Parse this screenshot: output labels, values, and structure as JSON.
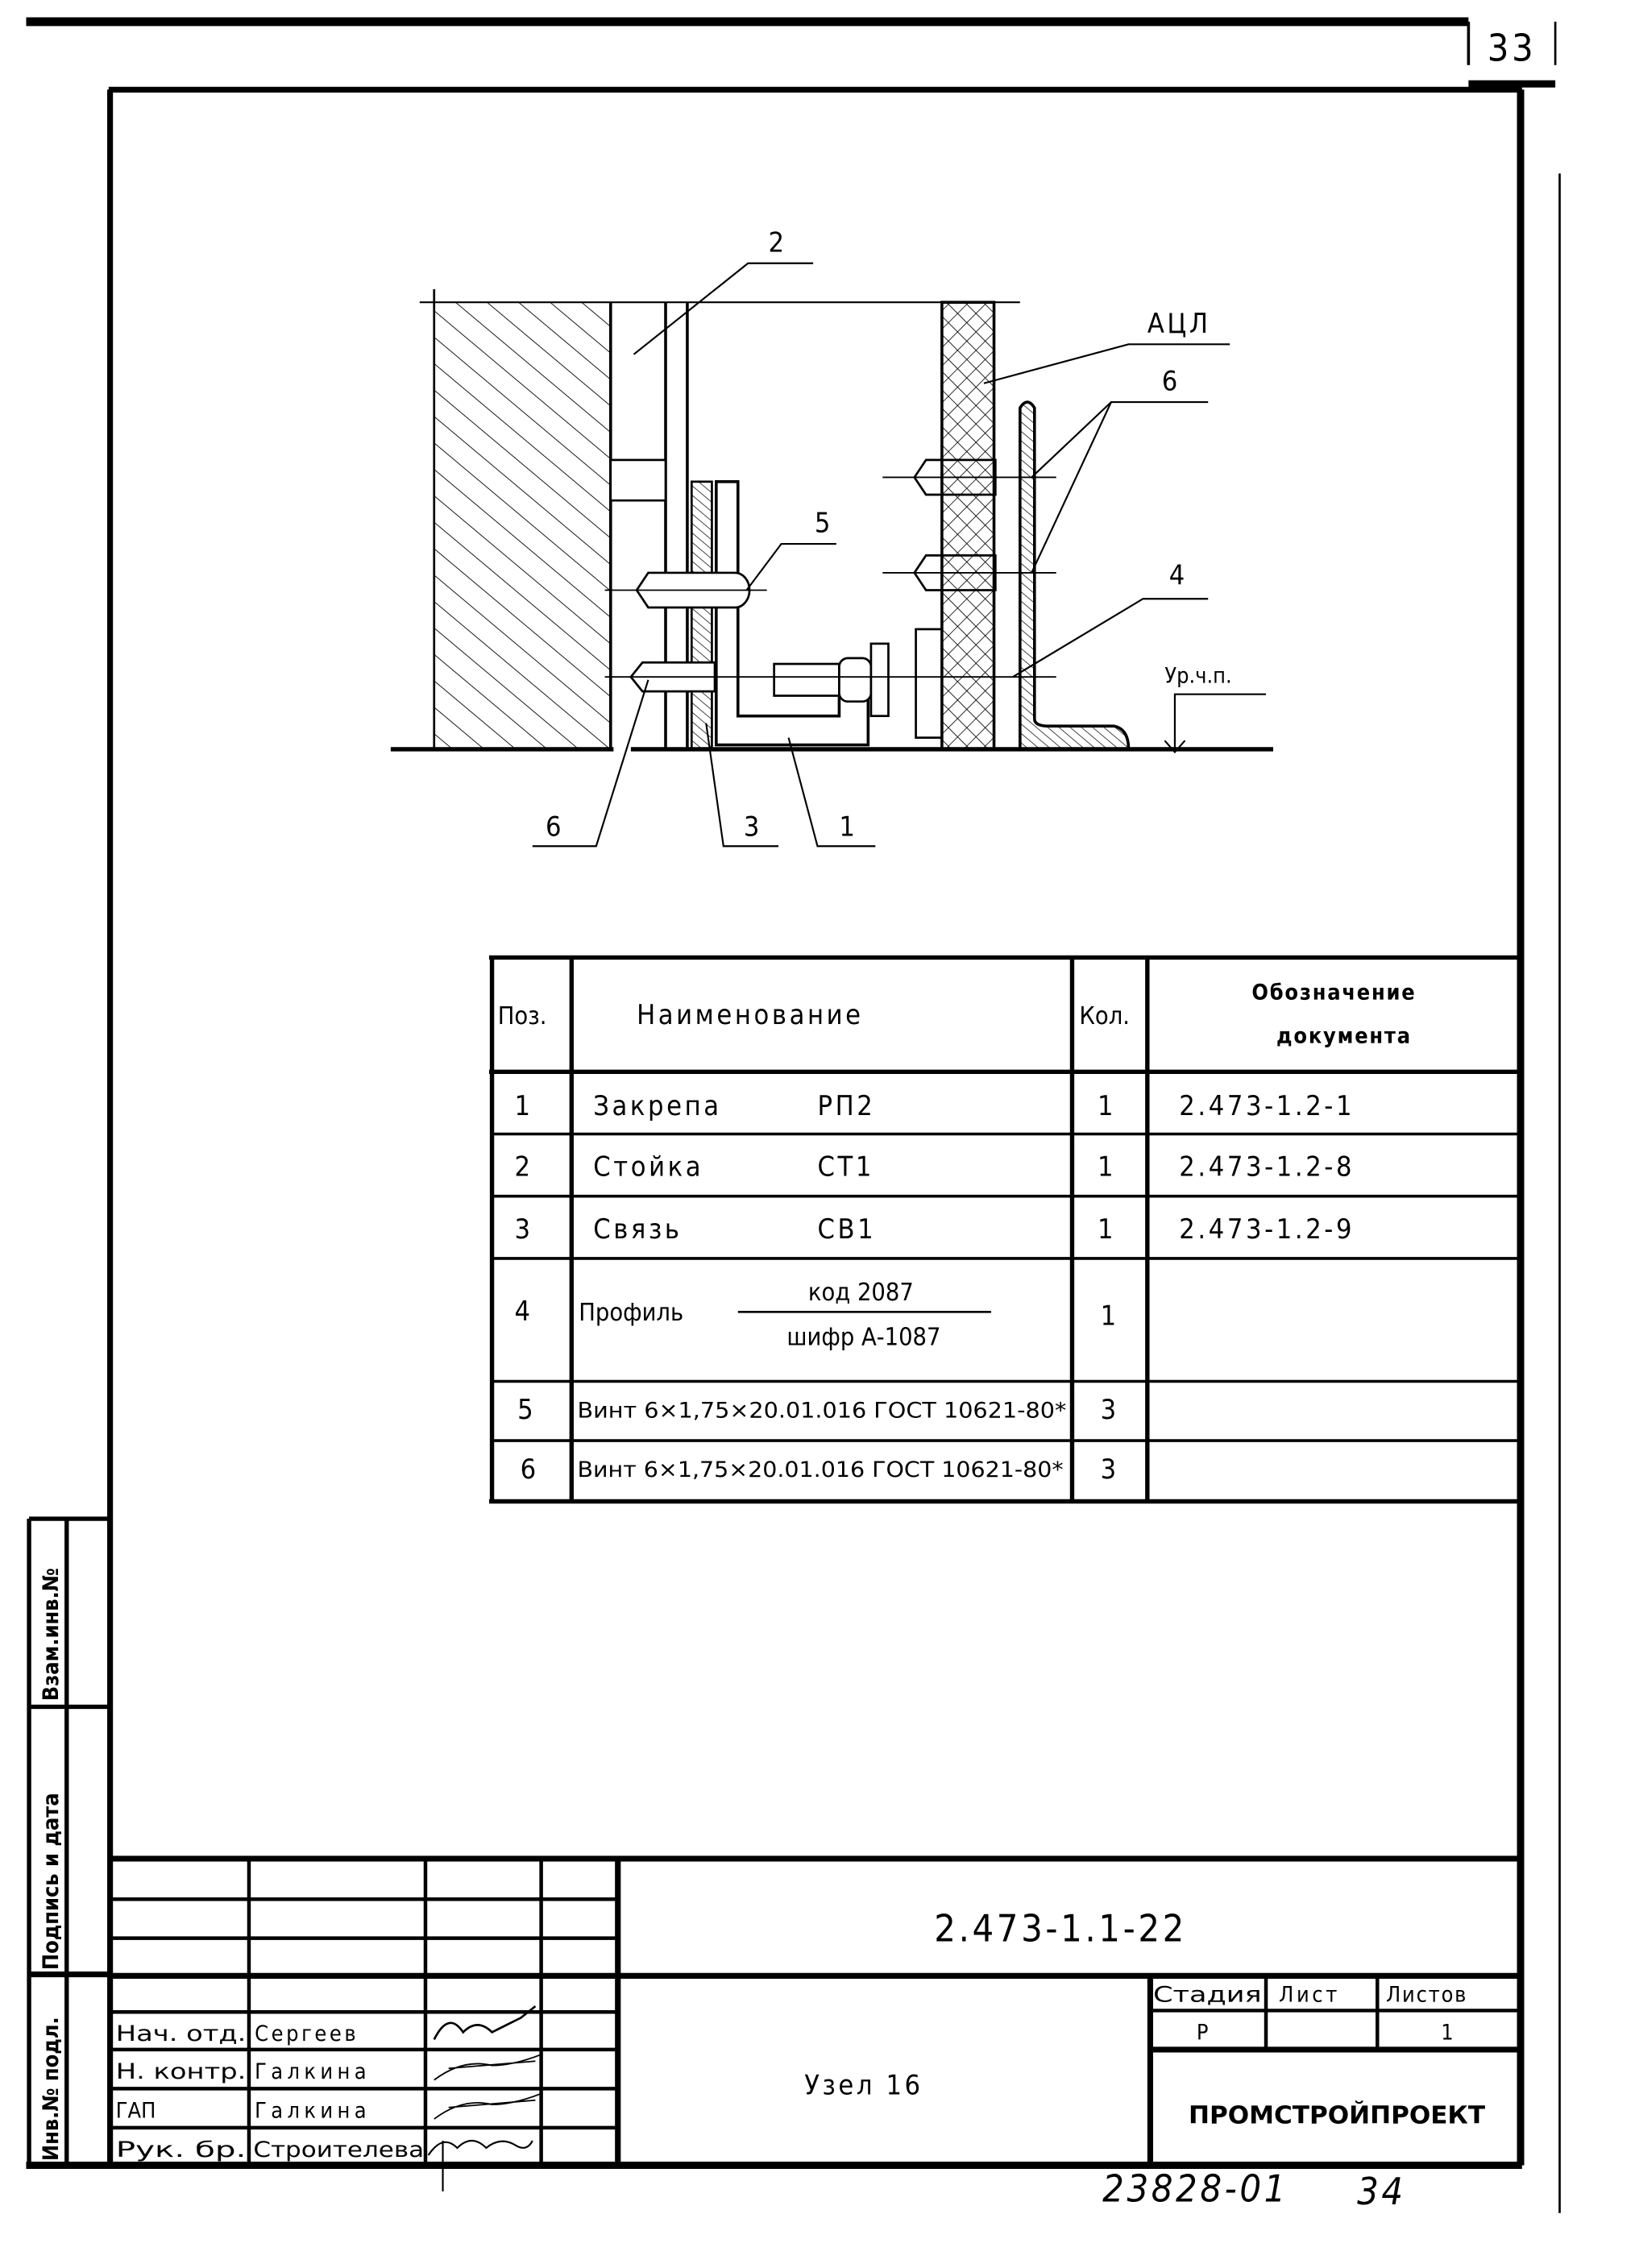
{
  "sheet": {
    "number": "33",
    "archive_number": "23828-01",
    "page_stamp": "34"
  },
  "side_strip": {
    "inv_podl": "Инв.№ подл.",
    "podpis_data": "Подпись и дата",
    "vzam_inv": "Взам.инв.№"
  },
  "drawing": {
    "callouts": [
      "2",
      "АЦЛ",
      "6",
      "5",
      "4",
      "Ур.ч.п.",
      "6",
      "3",
      "1"
    ]
  },
  "spec_table": {
    "headers": {
      "pos": "Поз.",
      "name": "Наименование",
      "qty": "Кол.",
      "doc_line1": "Обозначение",
      "doc_line2": "документа"
    },
    "rows": [
      {
        "pos": "1",
        "name": "Закрепа",
        "mark": "РП2",
        "qty": "1",
        "doc": "2.473-1.2-1"
      },
      {
        "pos": "2",
        "name": "Стойка",
        "mark": "СТ1",
        "qty": "1",
        "doc": "2.473-1.2-8"
      },
      {
        "pos": "3",
        "name": "Связь",
        "mark": "СВ1",
        "qty": "1",
        "doc": "2.473-1.2-9"
      },
      {
        "pos": "4",
        "name": "Профиль",
        "mark_top": "код 2087",
        "mark_bottom": "шифр А-1087",
        "qty": "1",
        "doc": ""
      },
      {
        "pos": "5",
        "name": "Винт 6×1,75×20.01.016 ГОСТ 10621-80*",
        "qty": "3",
        "doc": ""
      },
      {
        "pos": "6",
        "name": "Винт 6×1,75×20.01.016 ГОСТ 10621-80*",
        "qty": "3",
        "doc": ""
      }
    ]
  },
  "title_block": {
    "doc_code": "2.473-1.1-22",
    "title": "Узел 16",
    "stage_label": "Стадия",
    "sheet_label": "Лист",
    "sheets_label": "Листов",
    "stage": "Р",
    "sheet": "",
    "sheets": "1",
    "organization": "ПРОМСТРОЙПРОЕКТ",
    "signers": [
      {
        "role": "Нач. отд.",
        "name": "Сергеев"
      },
      {
        "role": "Н. контр.",
        "name": "Галкина"
      },
      {
        "role": "ГАП",
        "name": "Галкина"
      },
      {
        "role": "Рук. бр.",
        "name": "Строителева"
      }
    ]
  }
}
